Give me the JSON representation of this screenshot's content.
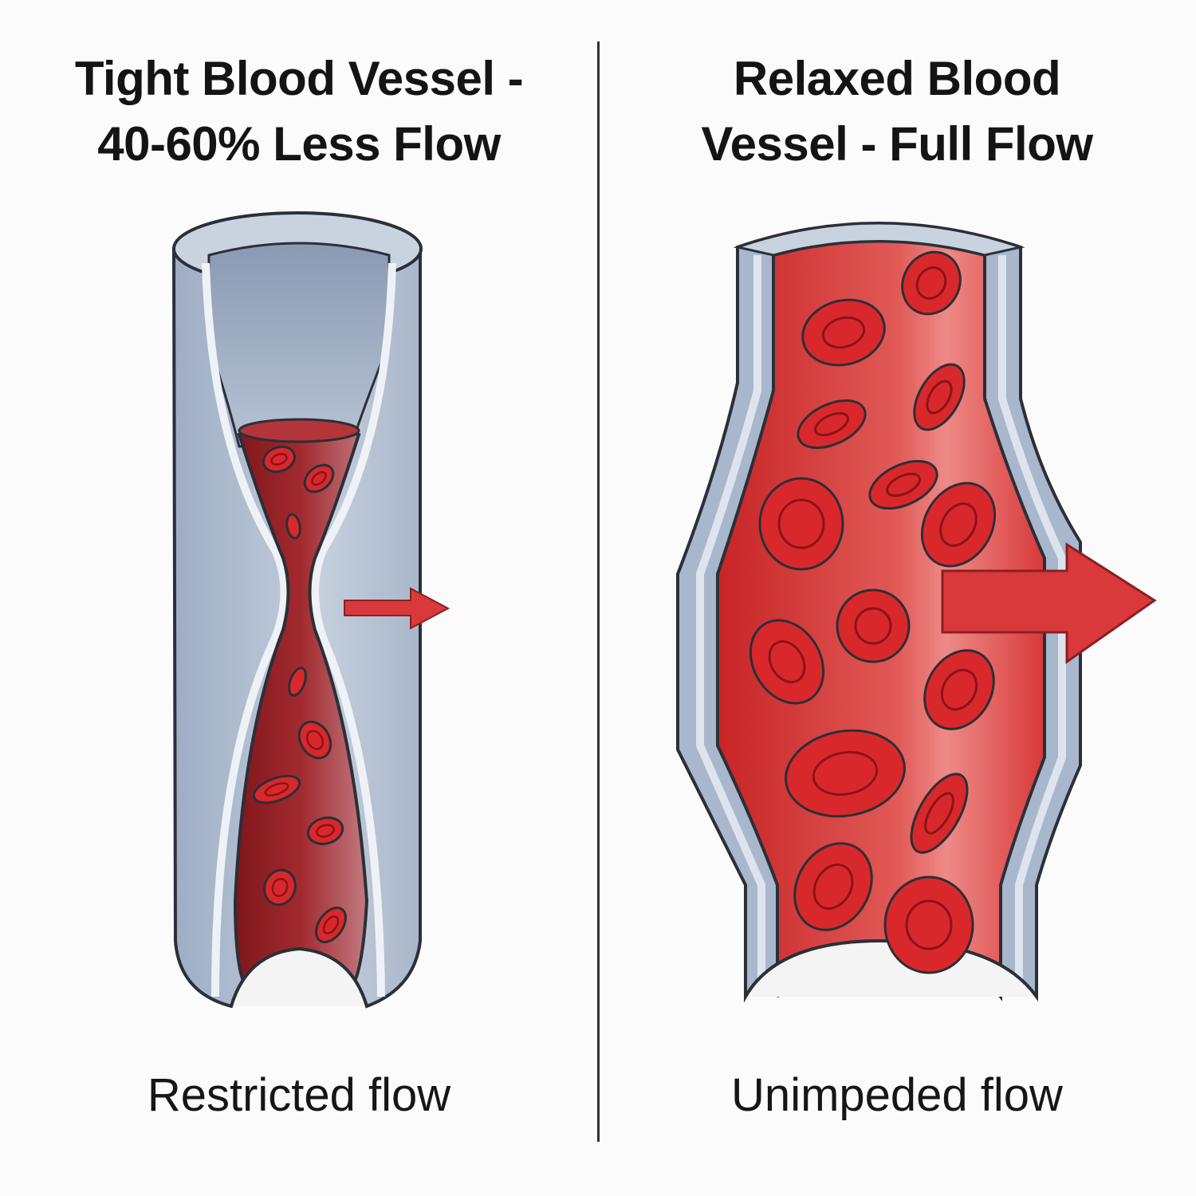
{
  "left_panel": {
    "title_line1": "Tight Blood Vessel -",
    "title_line2": "40-60% Less Flow",
    "caption": "Restricted flow"
  },
  "right_panel": {
    "title_line1": "Relaxed Blood",
    "title_line2": "Vessel - Full Flow",
    "caption": "Unimpeded flow"
  },
  "colors": {
    "background": "#fbfbfb",
    "vessel_wall": "#a9b7cc",
    "vessel_wall_light": "#d3dce8",
    "outline": "#2b2f38",
    "blood_dark": "#8e1f24",
    "blood_bright": "#d8393a",
    "cell": "#d9282c",
    "arrow": "#d9393b"
  },
  "icons": [
    "narrow-vessel-icon",
    "wide-vessel-icon",
    "flow-arrow-icon"
  ]
}
